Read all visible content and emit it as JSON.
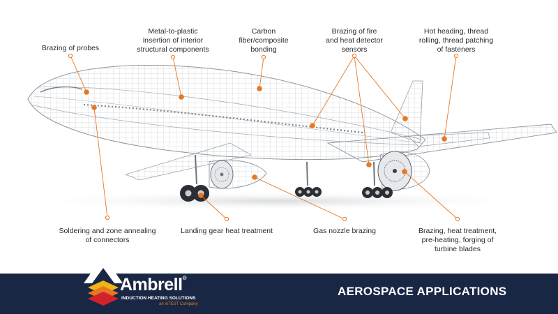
{
  "labels": [
    {
      "id": "brazing-probes",
      "lines": [
        "Brazing of probes"
      ]
    },
    {
      "id": "metal-to-plastic",
      "lines": [
        "Metal-to-plastic",
        "insertion of interior",
        "structural components"
      ]
    },
    {
      "id": "carbon-fiber",
      "lines": [
        "Carbon",
        "fiber/composite",
        "bonding"
      ]
    },
    {
      "id": "fire-detector",
      "lines": [
        "Brazing of fire",
        "and heat detector",
        "sensors"
      ]
    },
    {
      "id": "fasteners",
      "lines": [
        "Hot heading, thread",
        "rolling, thread patching",
        "of fasteners"
      ]
    },
    {
      "id": "soldering",
      "lines": [
        "Soldering and zone annealing",
        "of connectors"
      ]
    },
    {
      "id": "landing-gear",
      "lines": [
        "Landing gear heat treatment"
      ]
    },
    {
      "id": "gas-nozzle",
      "lines": [
        "Gas nozzle brazing"
      ]
    },
    {
      "id": "turbine-blades",
      "lines": [
        "Brazing, heat treatment,",
        "pre-heating, forging of",
        "turbine blades"
      ]
    }
  ],
  "footer": {
    "title": "AEROSPACE APPLICATIONS"
  },
  "logo": {
    "name": "Ambrell",
    "registered": "®",
    "tagline": "INDUCTION HEATING SOLUTIONS",
    "subline": "an inTEST Company"
  },
  "colors": {
    "accent": "#e87722",
    "footer_bg": "#1a2744",
    "wireframe": "#9aa1aa",
    "text": "#2b2b2b"
  }
}
